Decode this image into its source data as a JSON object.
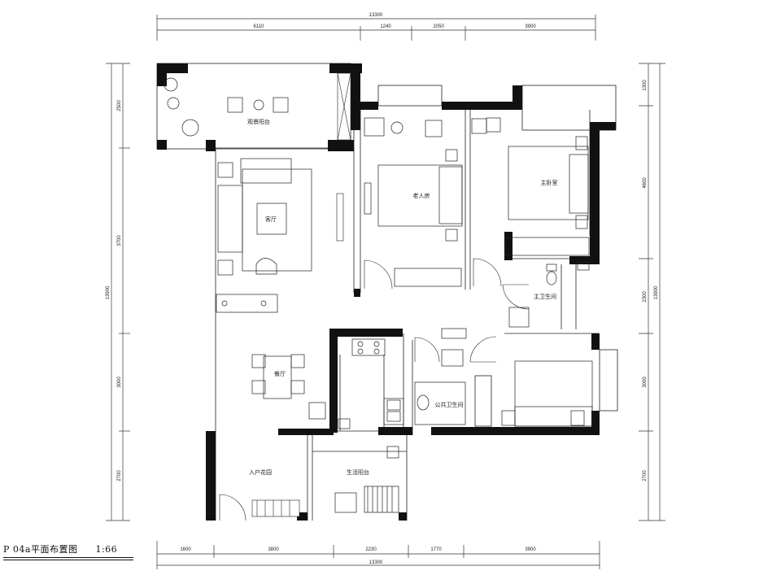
{
  "top_dimensions": {
    "total": "13300",
    "segments": [
      "6110",
      "1240",
      "2050",
      "3900"
    ]
  },
  "bottom_dimensions": {
    "total": "13300",
    "segments": [
      "1600",
      "3800",
      "2230",
      "1770",
      "3900"
    ]
  },
  "left_dimensions": {
    "total": "13900",
    "segments": [
      "2500",
      "3700",
      "3000",
      "2700"
    ]
  },
  "right_dimensions": {
    "total": "13900",
    "segments": [
      "1300",
      "4600",
      "2300",
      "3000",
      "2700"
    ]
  },
  "rooms": {
    "balcony": "观景阳台",
    "living": "客厅",
    "elder_bedroom": "老人房",
    "master_bedroom": "主卧室",
    "master_bath": "主卫生间",
    "dining": "餐厅",
    "public_bath": "公共卫生间",
    "entry": "入户花园",
    "work_balcony": "生活阳台"
  },
  "caption": {
    "title": "P 04a平面布置图",
    "scale": "1:66"
  }
}
